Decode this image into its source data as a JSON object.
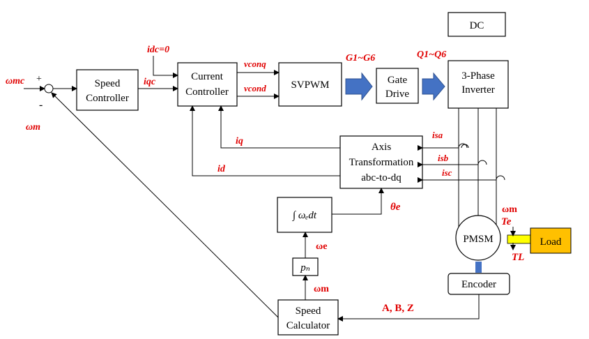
{
  "blocks": {
    "dc": "DC",
    "speed_controller": [
      "Speed",
      "Controller"
    ],
    "current_controller": [
      "Current",
      "Controller"
    ],
    "svpwm": "SVPWM",
    "gate_drive": [
      "Gate",
      "Drive"
    ],
    "inverter": [
      "3-Phase",
      "Inverter"
    ],
    "axis_transformation": [
      "Axis",
      "Transformation",
      "abc-to-dq"
    ],
    "integrator": "∫ ωₑdt",
    "pole_pairs": "pₙ",
    "pmsm": "PMSM",
    "load": "Load",
    "encoder": "Encoder",
    "speed_calculator": [
      "Speed",
      "Calculator"
    ]
  },
  "signals": {
    "omega_mc": "ωmc",
    "omega_m_feedback": "ωm",
    "plus": "+",
    "minus": "-",
    "idc": "idc=0",
    "iqc": "iqc",
    "vconq": "vconq",
    "vcond": "vcond",
    "gate_signals": "G1~G6",
    "switch_signals": "Q1~Q6",
    "iq": "iq",
    "id": "id",
    "isa": "isa",
    "isb": "isb",
    "isc": "isc",
    "theta_e": "θe",
    "omega_e": "ωe",
    "omega_m_calc": "ωm",
    "omega_m_shaft": "ωm",
    "Te": "Te",
    "TL": "TL",
    "encoder_signals": "A, B, Z"
  },
  "colors": {
    "label_red": "#e00000",
    "arrow_blue": "#4472c4",
    "load_fill": "#ffc000",
    "shaft_yellow": "#ffff00",
    "encoder_coupling": "#4472c4"
  }
}
